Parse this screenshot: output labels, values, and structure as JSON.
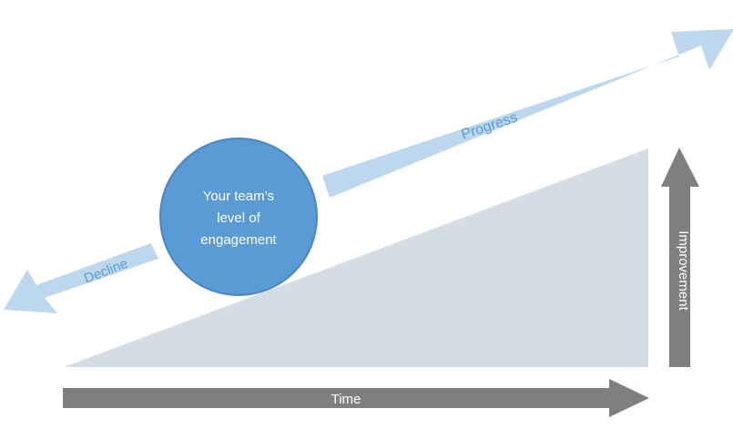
{
  "diagram": {
    "circle_text": [
      "Your team’s",
      "level of",
      "engagement"
    ],
    "progress_label": "Progress",
    "decline_label": "Decline",
    "time_label": "Time",
    "improvement_label": "Improvement"
  },
  "colors": {
    "circle": "#5b9bd5",
    "circle_stroke": "#4a86bf",
    "light_arrow": "#bdd7ee",
    "light_arrow_text": "#5b9bd5",
    "ramp": "#d6dce5",
    "dark_arrow": "#7f7f7f",
    "dark_arrow_text": "#ffffff"
  }
}
